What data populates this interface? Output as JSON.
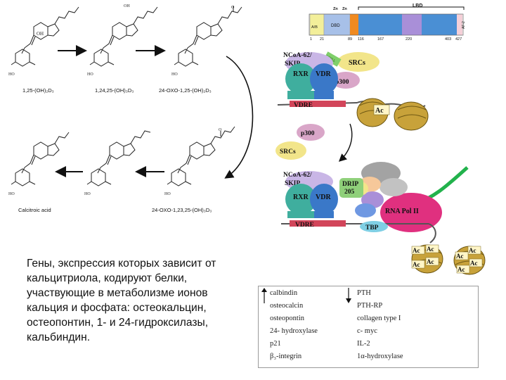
{
  "pathway": {
    "compound_1": "1,25-(OH)₂D₃",
    "compound_2": "1,24,25-(OH)₃D₃",
    "compound_3": "24-OXO-1,25-(OH)₂D₃",
    "compound_4": "24-OXO-1,23,25-(OH)₃D₃",
    "compound_5": "Calcitroic acid",
    "oh_label": "HO",
    "oh_right": "OH",
    "oh_top": "OH",
    "ketone_label": "O"
  },
  "receptor": {
    "ab_label": "A/B",
    "dbd_label": "DBD",
    "lbd_label": "LBD",
    "af2_label": "AF-2",
    "zn_label": "Zn",
    "positions": [
      "1",
      "21",
      "89",
      "116",
      "167",
      "220",
      "403",
      "427"
    ]
  },
  "complex_top": {
    "ncoa": "NCoA-62/",
    "skip": "SKIP",
    "rxr": "RXR",
    "vdr": "VDR",
    "src": "SRCs",
    "p300": "p300",
    "vdre": "VDRE",
    "ac": "Ac",
    "lxxll": "LXXLL"
  },
  "complex_mid": {
    "p300": "p300",
    "src": "SRCs"
  },
  "complex_bottom": {
    "ncoa": "NCoA-62/",
    "skip": "SKIP",
    "rxr": "RXR",
    "vdr": "VDR",
    "drip": "DRIP",
    "drip_num": "205",
    "rnapol": "RNA Pol II",
    "tbp": "TBP",
    "vdre": "VDRE",
    "ac": "Ac"
  },
  "caption": "Гены, экспрессия которых зависит от кальцитриола, кодируют белки, участвующие в метаболизме ионов кальция и фосфата: остеокальцин, остеопонтин, 1- и 24-гидроксилазы, кальбиндин.",
  "genes": {
    "up": [
      "calbindin",
      "osteocalcin",
      "osteopontin",
      "24- hydroxylase",
      "p21",
      "β₃-integrin"
    ],
    "down": [
      "PTH",
      "PTH-RP",
      "collagen type I",
      "c- myc",
      "IL-2",
      "1α-hydroxylase"
    ]
  },
  "colors": {
    "vdr": "#3a78c8",
    "rxr": "#3fae9e",
    "ncoa": "#c9b6e6",
    "src": "#f2e58a",
    "p300": "#d9a6c8",
    "pol": "#e0307f",
    "drip": "#8fd07a",
    "histone": "#c8a23a",
    "green_tail": "#22b24c",
    "vdre": "#d2455a",
    "lbd": "#4a8fd4",
    "dbd_orange": "#f08a20"
  }
}
